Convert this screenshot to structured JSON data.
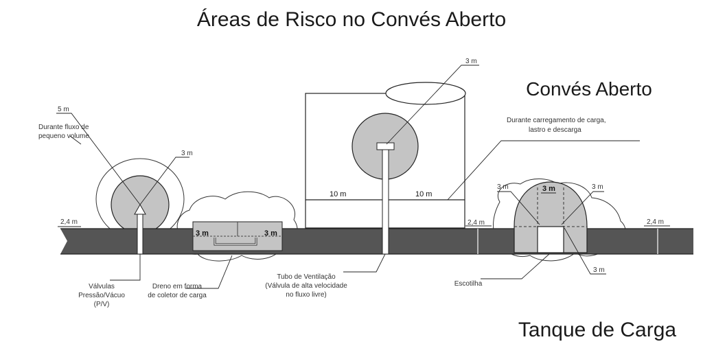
{
  "title": "Áreas de Risco no Convés Aberto",
  "section_labels": {
    "deck": "Convés Aberto",
    "tank": "Tanque de Carga"
  },
  "notes": {
    "small_flow_line1": "Durante fluxo de",
    "small_flow_line2": "pequeno volume",
    "loading_line1": "Durante carregamento de carga,",
    "loading_line2": "lastro e descarga"
  },
  "dimensions": {
    "pv_outer": "5 m",
    "pv_inner": "3 m",
    "deck_left": "2,4 m",
    "drain_left": "3 m",
    "drain_right": "3 m",
    "vent_top": "3 m",
    "vent_left": "10 m",
    "vent_right": "10 m",
    "deck_mid": "2,4 m",
    "hatch_top_left": "3 m",
    "hatch_top_center": "3 m",
    "hatch_top_right": "3 m",
    "hatch_bottom": "3 m",
    "deck_right": "2,4 m"
  },
  "callouts": {
    "pv_line1": "Válvulas",
    "pv_line2": "Pressão/Vácuo",
    "pv_line3": "(P/V)",
    "drain_line1": "Dreno em forma",
    "drain_line2": "de coletor de carga",
    "vent_line1": "Tubo de Ventilação",
    "vent_line2": "(Válvula de alta velocidade",
    "vent_line3": "no fluxo livre)",
    "hatch": "Escotilha"
  },
  "colors": {
    "deck": "#555555",
    "zone_fill": "#c4c4c4",
    "line": "#222222"
  }
}
